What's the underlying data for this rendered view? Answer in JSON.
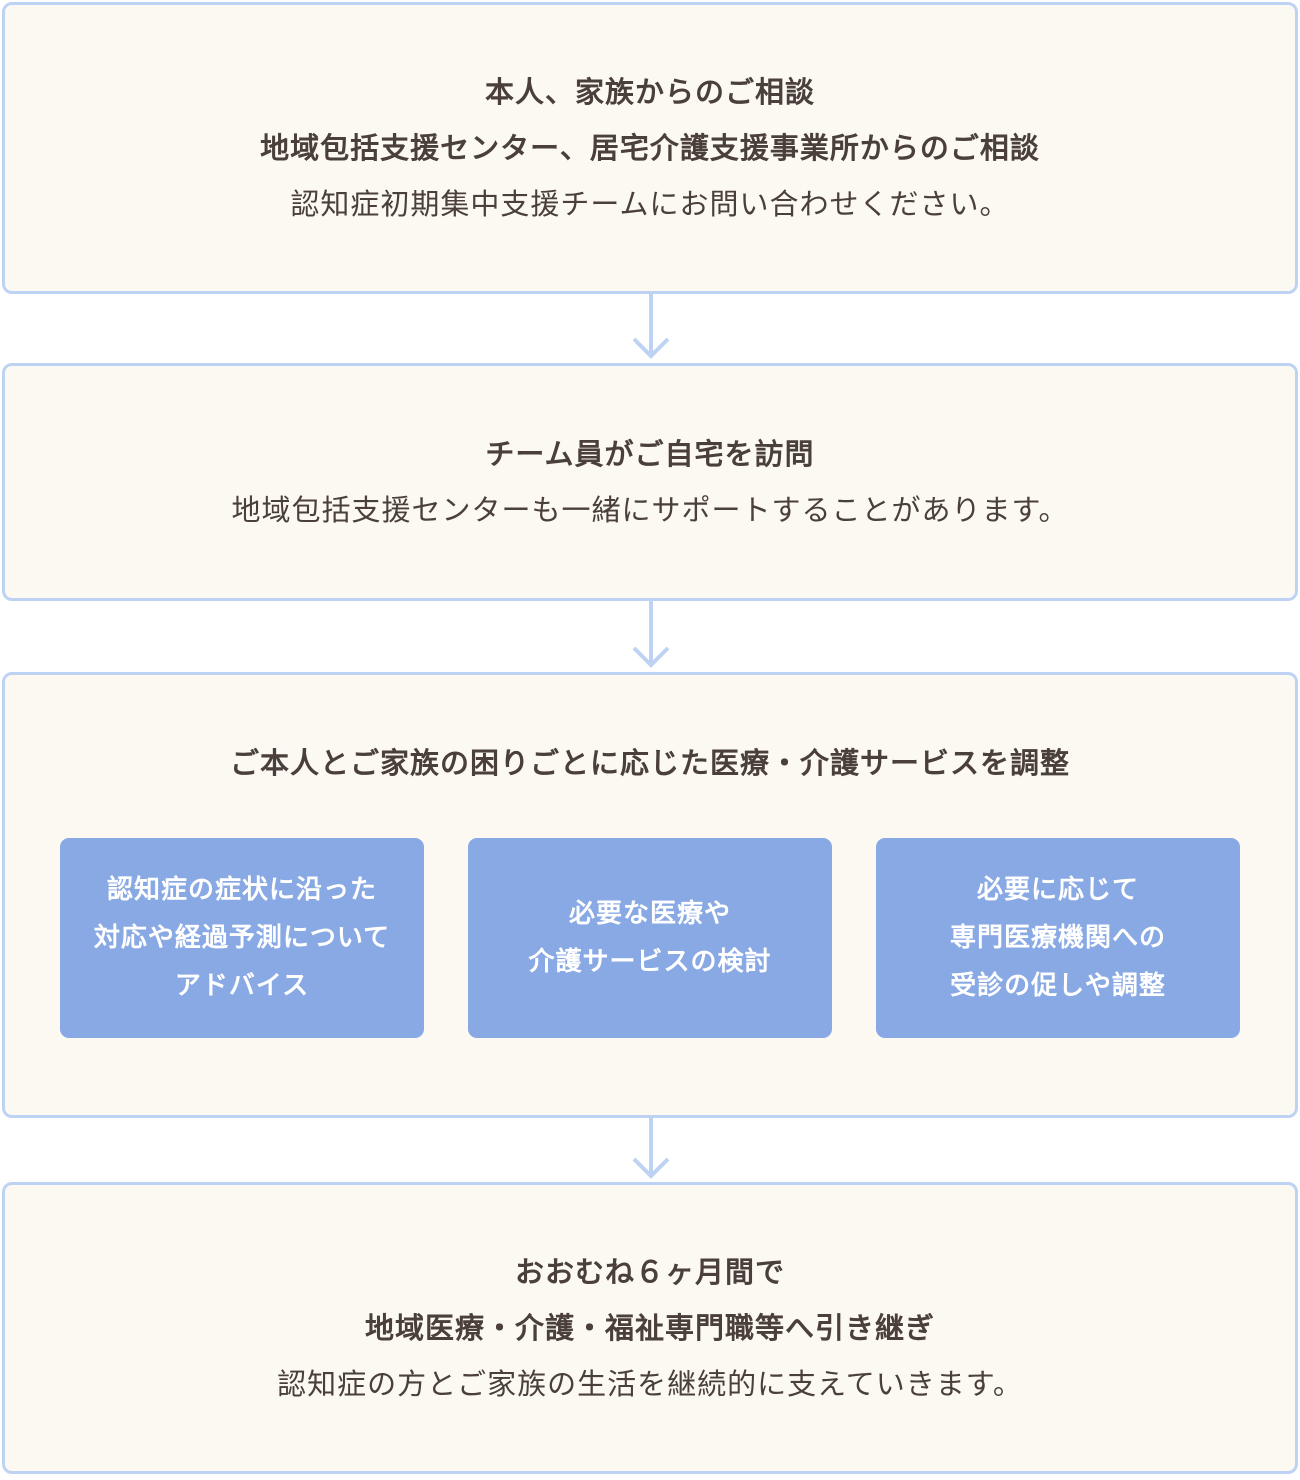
{
  "colors": {
    "box_background": "#fcf9f3",
    "box_border": "#bed3f3",
    "sub_box_background": "#89a9e4",
    "text": "#4a3f3a",
    "arrow": "#bed3f3"
  },
  "steps": [
    {
      "lines_bold": [
        "本人、家族からのご相談",
        "地域包括支援センター、居宅介護支援事業所からのご相談"
      ],
      "lines_regular": [
        "認知症初期集中支援チームにお問い合わせください。"
      ]
    },
    {
      "lines_bold": [
        "チーム員がご自宅を訪問"
      ],
      "lines_regular": [
        "地域包括支援センターも一緒にサポートすることがあります。"
      ]
    },
    {
      "title": "ご本人とご家族の困りごとに応じた医療・介護サービスを調整",
      "sub_boxes": [
        {
          "lines": [
            "認知症の症状に沿った",
            "対応や経過予測について",
            "アドバイス"
          ]
        },
        {
          "lines": [
            "必要な医療や",
            "介護サービスの検討"
          ]
        },
        {
          "lines": [
            "必要に応じて",
            "専門医療機関への",
            "受診の促しや調整"
          ]
        }
      ]
    },
    {
      "lines_bold": [
        "おおむね６ヶ月間で",
        "地域医療・介護・福祉専門職等へ引き継ぎ"
      ],
      "lines_regular": [
        "認知症の方とご家族の生活を継続的に支えていきます。"
      ]
    }
  ],
  "arrows": [
    {
      "icon": "arrow-down-icon"
    },
    {
      "icon": "arrow-down-icon"
    },
    {
      "icon": "arrow-down-icon"
    }
  ]
}
